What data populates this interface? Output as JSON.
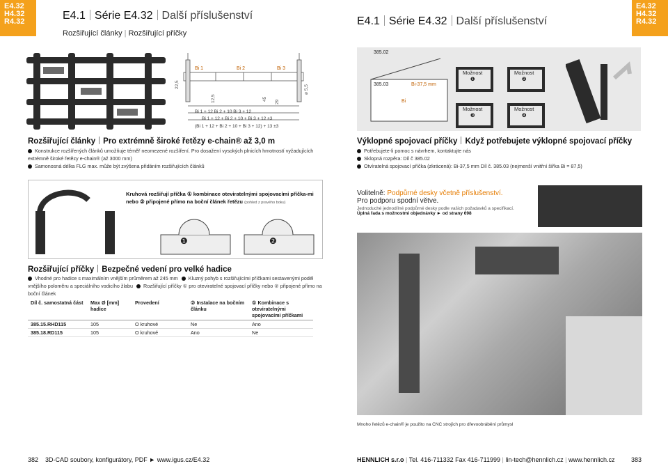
{
  "tabs": {
    "left": [
      "E4.32",
      "H4.32",
      "R4.32"
    ],
    "right": [
      "E4.32",
      "H4.32",
      "R4.32"
    ]
  },
  "left": {
    "header": {
      "code": "E4.1",
      "series": "Série E4.32",
      "title": "Další příslušenství"
    },
    "subheader": {
      "part1": "Rozšiřující články",
      "part2": "Rozšiřující příčky"
    },
    "diagram": {
      "dims": [
        "22,5",
        "12,5",
        "45",
        "29",
        "ø 5,5"
      ],
      "bi_labels": [
        "Bi 1",
        "Bi 2",
        "Bi 3"
      ],
      "formula1": "Bi 1 + 12        Bi 2 + 10        Bi 3 + 12",
      "formula2": "Bi 1 + 12 + Bi 2 + 10 + Bi 3 + 12 ±3",
      "formula3": "(Bi 1 + 12 + Bi 2 + 10 + Bi 3 + 12) + 13 ±3"
    },
    "sec1": {
      "title_a": "Rozšiřující články",
      "title_b": "Pro extrémně široké řetězy e-chain® až 3,0 m",
      "b1": "Konstrukce rozšířených článků umožňuje téměř neomezené rozšíření. Pro dosažení vysokých plnicích hmotností vyžadujících extrémně široké řetězy e-chain® (až 3000 mm)",
      "b2": "Samonosná délka FLG max. může být zvýšena přidáním rozšiřujících článků"
    },
    "sec2_caption": {
      "bold": "Kruhová rozšiřují příčka ① kombinace oteviratelnými spojovacími příčka-mi nebo ② připojené přímo na boční článek řetězu",
      "normal": "(pohled z pravého boku)"
    },
    "markers": [
      "❶",
      "❷"
    ],
    "sec3": {
      "title_a": "Rozšiřující příčky",
      "title_b": "Bezpečné vedení pro velké hadice",
      "b1": "Vhodné pro hadice s maximálním vnějším průměrem až 245 mm",
      "b2": "Kluzný pohyb s rozšiřujícími příčkami sestavenými podél vnějšího poloměru a speciálního vodicího žlabu",
      "b3": "Rozšiřující příčky ① pro oteviratelné spojovací příčky nebo ② připojené přímo na boční článek"
    },
    "table": {
      "headers": [
        "Díl č. samostatná část",
        "Max Ø [mm] hadice",
        "Provedení",
        "② Instalace na bočním článku",
        "① Kombinace s oteviratelnými spojovacími příčkami"
      ],
      "rows": [
        [
          "385.15.RHD115",
          "105",
          "O kruhové",
          "Ne",
          "Ano"
        ],
        [
          "385.18.RD115",
          "105",
          "O kruhové",
          "Ano",
          "Ne"
        ]
      ]
    },
    "footer": {
      "page": "382",
      "text": "3D-CAD soubory, konfigurátory, PDF ►",
      "url": "www.igus.cz/E4.32"
    }
  },
  "right": {
    "header": {
      "code": "E4.1",
      "series": "Série E4.32",
      "title": "Další příslušenství"
    },
    "diagram": {
      "label1": "385.02",
      "label2": "385.03",
      "label3": "Bi-37,5 mm",
      "label4": "Bi",
      "options": [
        "Možnost",
        "Možnost",
        "Možnost",
        "Možnost"
      ],
      "option_nums": [
        "❶",
        "❷",
        "❸",
        "❹"
      ]
    },
    "sec1": {
      "title_a": "Výklopné spojovací příčky",
      "title_b": "Když potřebujete výklopné spojovací příčky",
      "b1": "Potřebujete-li pomoc s návrhem, kontaktujte nás",
      "b2": "Sklopná rozpěra: Díl č 385.02",
      "b3": "Otvíratelná spojovací příčka (zkrácená): Bi-37,5 mm Díl č. 385.03 (nejmenší vnitřní šířka Bi = 87,5)"
    },
    "promo": {
      "l1a": "Volitelně:",
      "l1b": "Podpůrné desky včetně příslušenství.",
      "l2": "Pro podporu spodní větve.",
      "l3": "Jednoduché jednodílné podpůrné desky podle vašich požadavků a specifikací.",
      "l4": "Úplná řada s možnostmi objednávky ► od strany 698"
    },
    "caption": "Mnoho řetězů e-chain® je použito na CNC strojích pro dřevoobrábění průmysl",
    "footer": {
      "company": "HENNLICH s.r.o",
      "tel": "Tel. 416-711332",
      "fax": "Fax 416-711999",
      "email": "lin-tech@hennlich.cz",
      "web": "www.hennlich.cz",
      "page": "383"
    }
  }
}
